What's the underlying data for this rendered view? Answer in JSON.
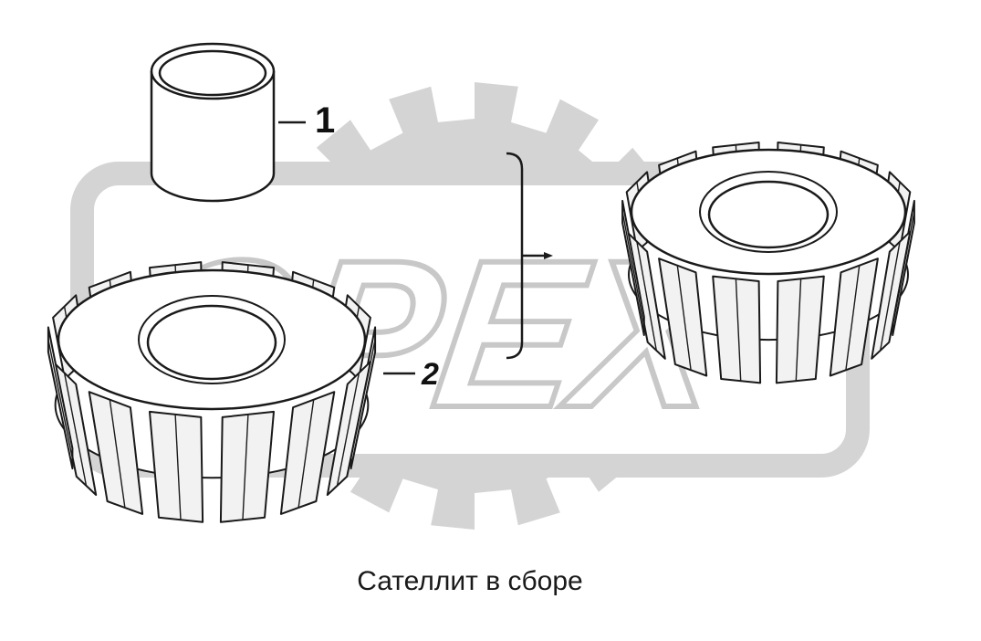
{
  "diagram": {
    "caption": "Сателлит в сборе",
    "callouts": {
      "part_1": "1",
      "part_2": "2"
    },
    "watermark": {
      "text": "OPEX",
      "icon": "gear-icon",
      "color": "#d4d4d4"
    },
    "parts": [
      {
        "id": "1",
        "icon": "bushing-icon"
      },
      {
        "id": "2",
        "icon": "bevel-gear-icon"
      }
    ],
    "assembly": {
      "icon": "bevel-gear-icon"
    },
    "line_color": "#1a1a1a",
    "tooth_shade": "#f2f2f2"
  }
}
